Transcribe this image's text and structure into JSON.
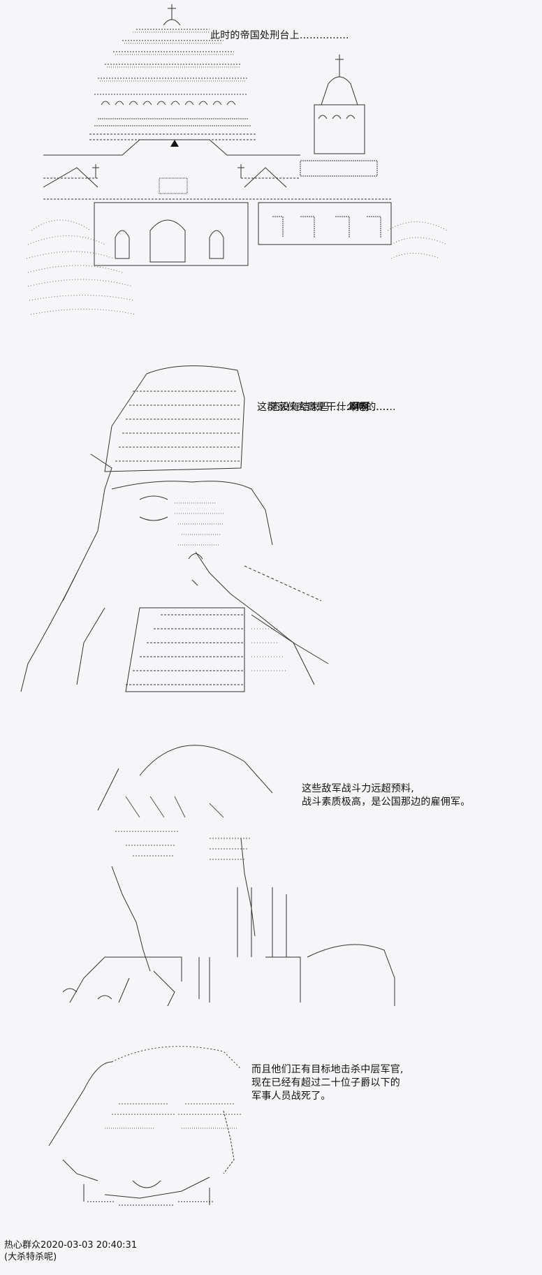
{
  "panels": [
    {
      "id": "palace",
      "lines": [
        "此时的帝国处刑台上……………"
      ]
    },
    {
      "id": "general",
      "lines": [
        "还没有结束吗……啊啊……",
        "这群家伙究竟是干什么吃的……"
      ],
      "emphasis": "啊啊"
    },
    {
      "id": "soldier",
      "lines": [
        "这些敌军战斗力远超预料,",
        "战斗素质极高，是公国那边的雇佣军。"
      ]
    },
    {
      "id": "elder",
      "lines": [
        "而且他们正有目标地击杀中层军官,",
        "现在已经有超过二十位子爵以下的",
        "军事人员战死了。"
      ]
    }
  ],
  "footer": {
    "author": "热心群众",
    "datetime": "2020-03-03 20:40:31",
    "note": "(大杀特杀呢)"
  }
}
